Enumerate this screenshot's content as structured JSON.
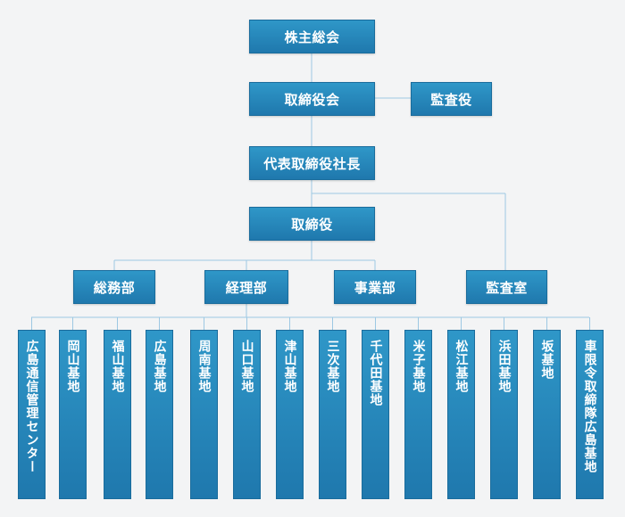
{
  "nodes": {
    "shareholders": "株主総会",
    "board": "取締役会",
    "auditor": "監査役",
    "president": "代表取締役社長",
    "directors": "取締役",
    "general_affairs": "総務部",
    "accounting": "経理部",
    "business": "事業部",
    "audit_office": "監査室"
  },
  "bases": [
    "広島通信管理センター",
    "岡山基地",
    "福山基地",
    "広島基地",
    "周南基地",
    "山口基地",
    "津山基地",
    "三次基地",
    "千代田基地",
    "米子基地",
    "松江基地",
    "浜田基地",
    "坂基地",
    "車限令取締隊広島基地"
  ],
  "colors": {
    "box": "#2486bb",
    "line": "#9dc8e3",
    "background": "#f3f4f5"
  }
}
